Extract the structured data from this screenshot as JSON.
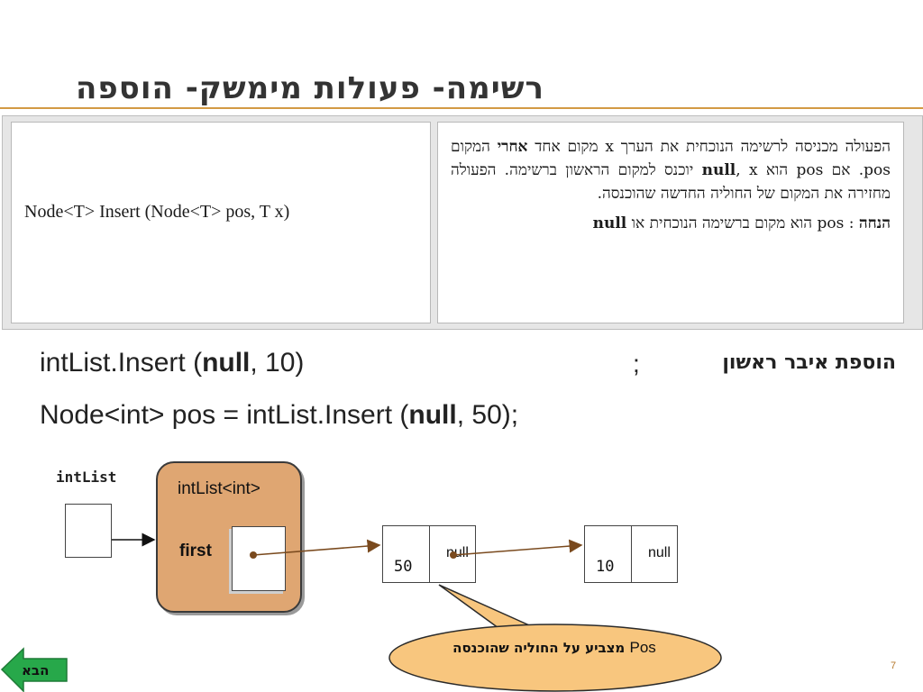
{
  "slide": {
    "title": "רשימה- פעולות מימשק- הוספה",
    "page_number": "7"
  },
  "spec": {
    "signature": "Node<T> Insert (Node<T>  pos, T x)",
    "description": {
      "p1_a": "הפעולה מכניסה לרשימה הנוכחית את הערך x מקום אחד ",
      "p1_b": "אחרי",
      "p1_c": " המקום pos. אם pos הוא ",
      "p1_d": "null",
      "p1_e": ", x יוכנס למקום הראשון ברשימה. הפעולה מחזירה את המקום של החוליה החדשה שהוכנסה.",
      "assume_label": "הנחה",
      "assume_sep": " : ",
      "assume_text": "pos הוא מקום ברשימה הנוכחית או ",
      "assume_null": "null"
    }
  },
  "code": {
    "line1_a": "intList.Insert (",
    "line1_null": "null",
    "line1_b": ", 10)",
    "semicolon": ";",
    "heb_comment": "הוספת איבר ראשון",
    "line2_a": "Node<int> pos = intList.Insert (",
    "line2_null": "null",
    "line2_b": ", 50);"
  },
  "diagram": {
    "var_label": "intList",
    "object_title": "intList<int>",
    "object_field": "first",
    "node1_value": "50",
    "node1_next": "null",
    "node2_value": "10",
    "node2_next": "null",
    "callout_pos": "Pos",
    "callout_text": " מצביע על החוליה שהוכנסה"
  },
  "nav": {
    "next_label": "הבא"
  },
  "colors": {
    "accent_line": "#d39a44",
    "object_fill": "#dfa672",
    "callout_fill": "#f8c67e",
    "arrow": "#7a4a1e",
    "next_button": "#27a84a"
  }
}
